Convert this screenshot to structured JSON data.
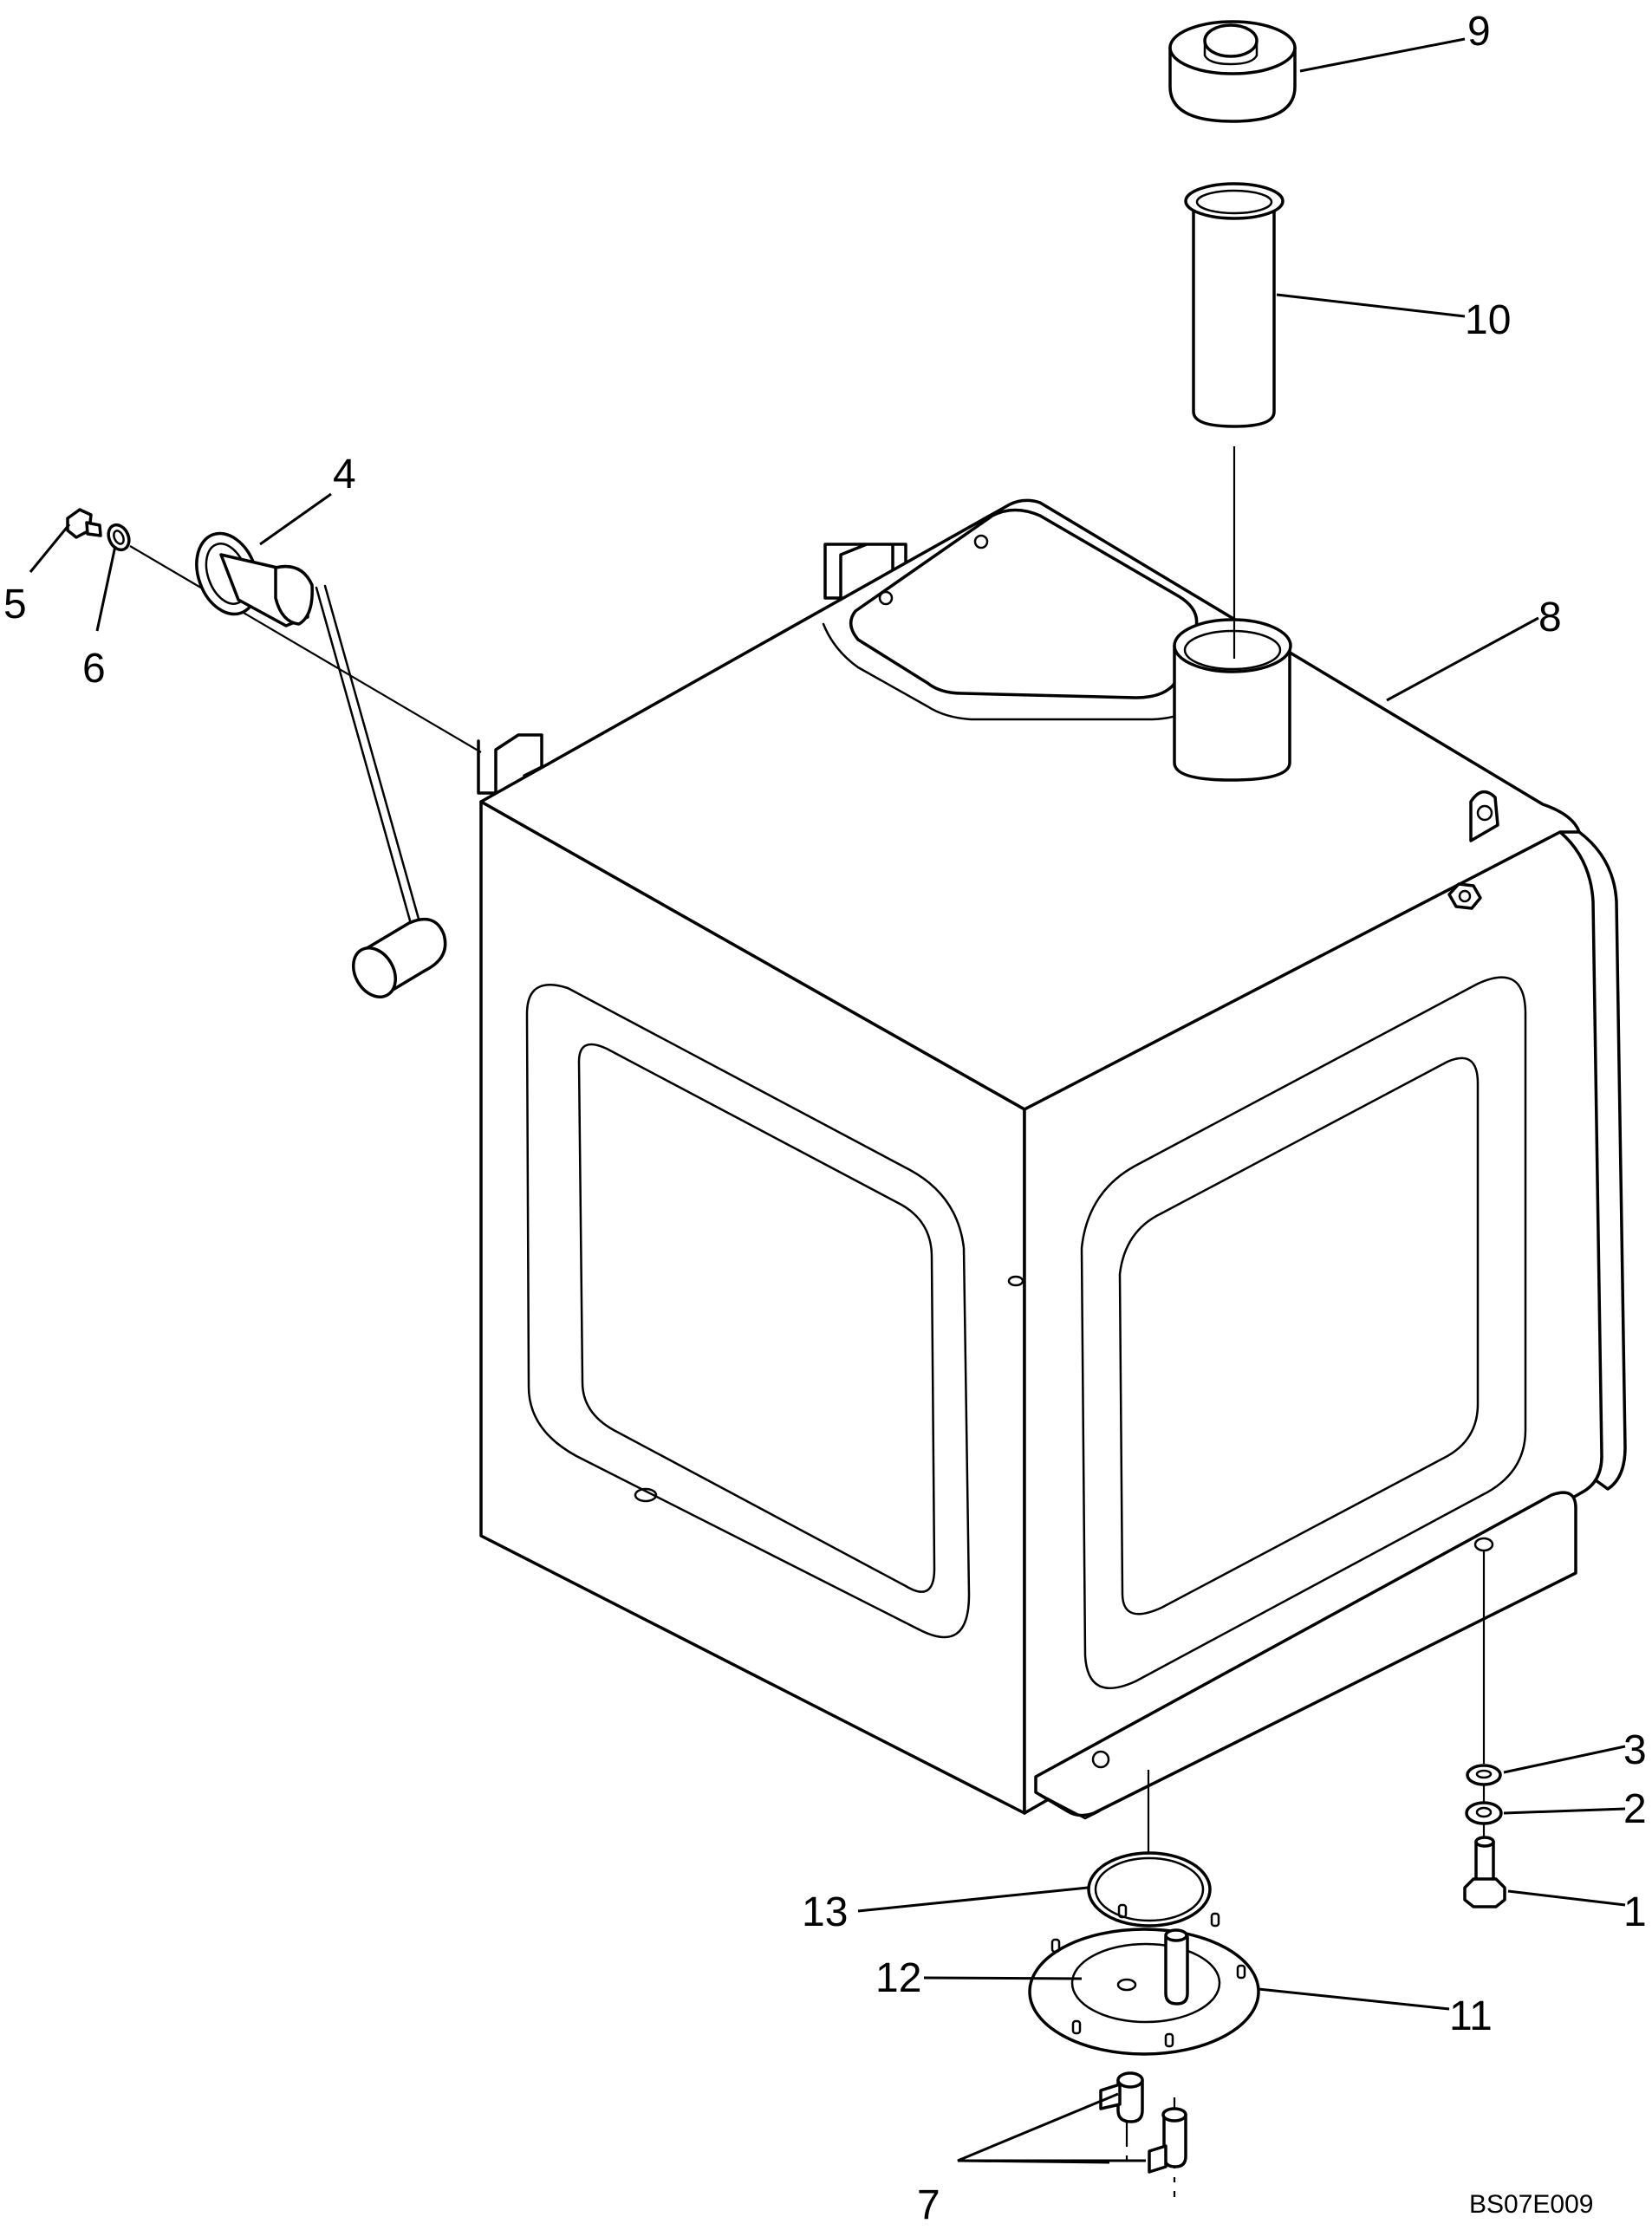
{
  "figure": {
    "reference_code": "BS07E009",
    "callouts": [
      {
        "id": "c1",
        "label": "1"
      },
      {
        "id": "c2",
        "label": "2"
      },
      {
        "id": "c3",
        "label": "3"
      },
      {
        "id": "c4",
        "label": "4"
      },
      {
        "id": "c5",
        "label": "5"
      },
      {
        "id": "c6",
        "label": "6"
      },
      {
        "id": "c7",
        "label": "7"
      },
      {
        "id": "c8",
        "label": "8"
      },
      {
        "id": "c9",
        "label": "9"
      },
      {
        "id": "c10",
        "label": "10"
      },
      {
        "id": "c11",
        "label": "11"
      },
      {
        "id": "c12",
        "label": "12"
      },
      {
        "id": "c13",
        "label": "13"
      }
    ]
  }
}
